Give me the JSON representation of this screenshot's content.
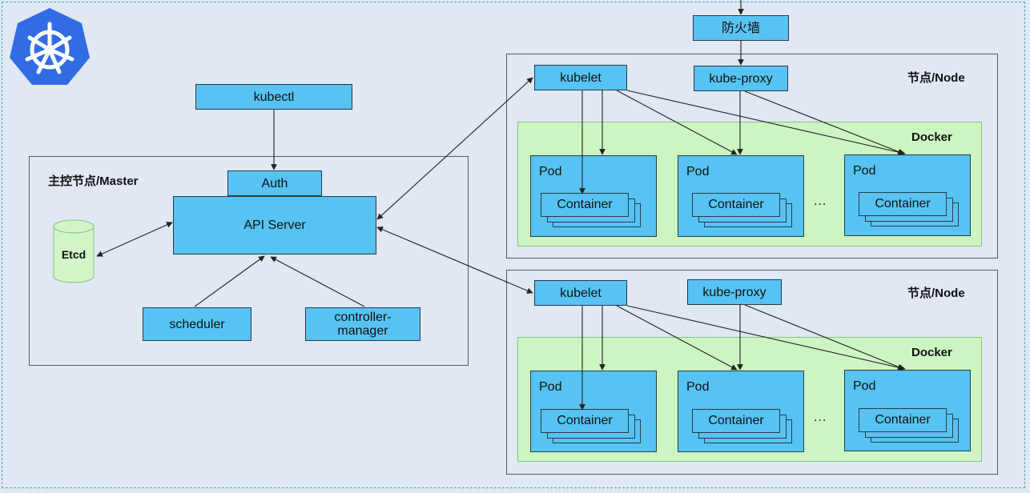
{
  "logo": {
    "icon": "kubernetes-helm-wheel-icon",
    "color": "#326ce5"
  },
  "firewall": {
    "label": "防火墙"
  },
  "master": {
    "title": "主控节点/Master",
    "kubectl": "kubectl",
    "auth": "Auth",
    "api_server": "API Server",
    "etcd": "Etcd",
    "scheduler": "scheduler",
    "controller_manager": "controller-\nmanager"
  },
  "nodes": [
    {
      "title": "节点/Node",
      "kubelet": "kubelet",
      "kube_proxy": "kube-proxy",
      "docker": "Docker",
      "pods": [
        {
          "label": "Pod",
          "container": "Container"
        },
        {
          "label": "Pod",
          "container": "Container"
        },
        {
          "label": "Pod",
          "container": "Container"
        }
      ],
      "ellipsis": "..."
    },
    {
      "title": "节点/Node",
      "kubelet": "kubelet",
      "kube_proxy": "kube-proxy",
      "docker": "Docker",
      "pods": [
        {
          "label": "Pod",
          "container": "Container"
        },
        {
          "label": "Pod",
          "container": "Container"
        },
        {
          "label": "Pod",
          "container": "Container"
        }
      ],
      "ellipsis": "..."
    }
  ],
  "colors": {
    "component": "#57c3f2",
    "docker": "#cdf5c2",
    "etcd": "#d2f5c8",
    "background": "#dfe8f3"
  }
}
